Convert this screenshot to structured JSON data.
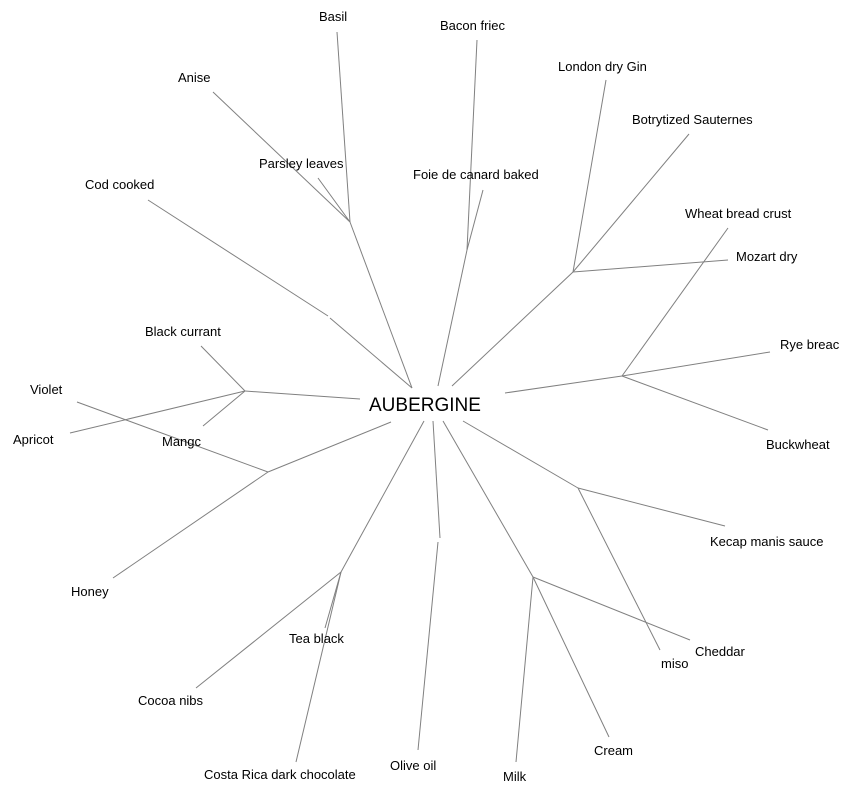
{
  "root": "AUBERGINE",
  "labels": [
    "Basil",
    "Bacon friec",
    "London dry Gin",
    "Anise",
    "Botrytized Sauternes",
    "Parsley leaves",
    "Foie de canard baked",
    "Cod cooked",
    "Wheat bread crust",
    "Mozart dry",
    "Black currant",
    "Rye breac",
    "Violet",
    "Apricot",
    "Mangc",
    "Buckwheat",
    "Kecap manis sauce",
    "Honey",
    "Tea black",
    "Cheddar",
    "miso",
    "Cocoa nibs",
    "Cream",
    "Olive oil",
    "Costa Rica dark chocolate",
    "Milk"
  ],
  "colors": {
    "edge": "#808080",
    "text": "#000000"
  }
}
